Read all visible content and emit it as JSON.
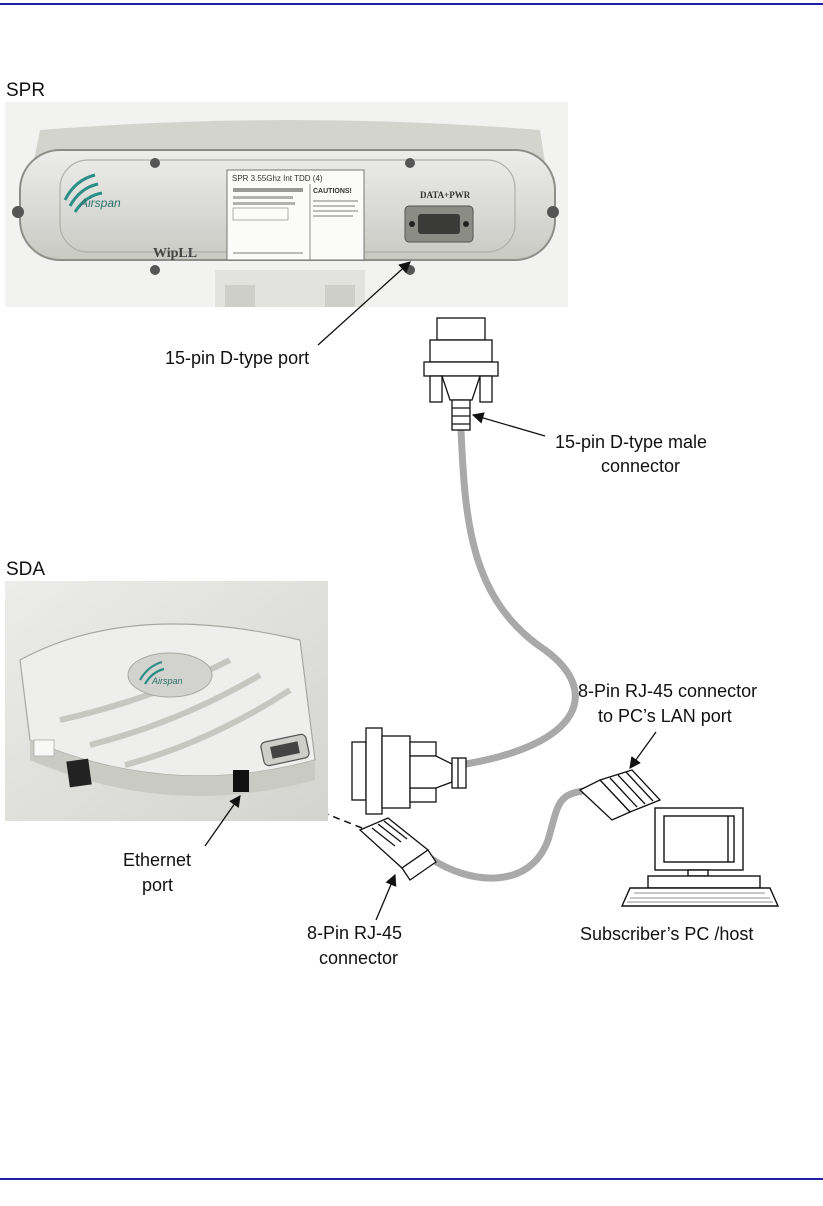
{
  "sections": {
    "spr": "SPR",
    "sda": "SDA"
  },
  "spr_unit": {
    "label_title": "SPR 3.55Ghz Int TDD (4)",
    "cautions": "CAUTIONS!",
    "port_marking": "DATA+PWR",
    "brand_marking": "WipLL",
    "logo_text": "Airspan"
  },
  "sda_unit": {
    "logo_text": "Airspan"
  },
  "callouts": {
    "d15_port": "15-pin D-type port",
    "d15_male_1": "15-pin D-type male",
    "d15_male_2": "connector",
    "rj45_pc_1": "8-Pin RJ-45 connector",
    "rj45_pc_2": "to PC’s LAN port",
    "ethernet_1": "Ethernet",
    "ethernet_2": "port",
    "rj45_1": "8-Pin RJ-45",
    "rj45_2": "connector",
    "host": "Subscriber’s PC /host"
  },
  "colors": {
    "rule": "#1f1fa8",
    "cable": "#a9a9a9",
    "enclosure": "#dcdcd6"
  }
}
